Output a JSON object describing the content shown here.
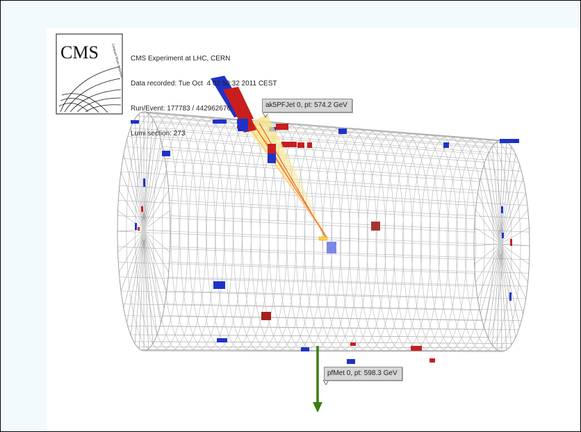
{
  "info": {
    "experiment": "CMS Experiment at LHC, CERN",
    "recorded": "Data recorded: Tue Oct  4 02:50:32 2011 CEST",
    "run_event": "Run/Event: 177783 / 442962676",
    "lumi": "Lumi section: 273"
  },
  "logo": {
    "text": "CMS",
    "subtext": "Compact Muon Solenoid"
  },
  "labels": {
    "jet": "ak5PFJet 0, pt: 574.2 GeV",
    "met": "pfMet 0, pt: 598.3 GeV"
  },
  "colors": {
    "background": "#f2fafd",
    "canvas": "#ffffff",
    "wireframe": "#b4b4b4",
    "ecal": "#c81e1e",
    "hcal": "#1e32c8",
    "jet_cone": "#f0e68c",
    "jet_track": "#ff6a00",
    "met_arrow": "#3a7d12"
  }
}
